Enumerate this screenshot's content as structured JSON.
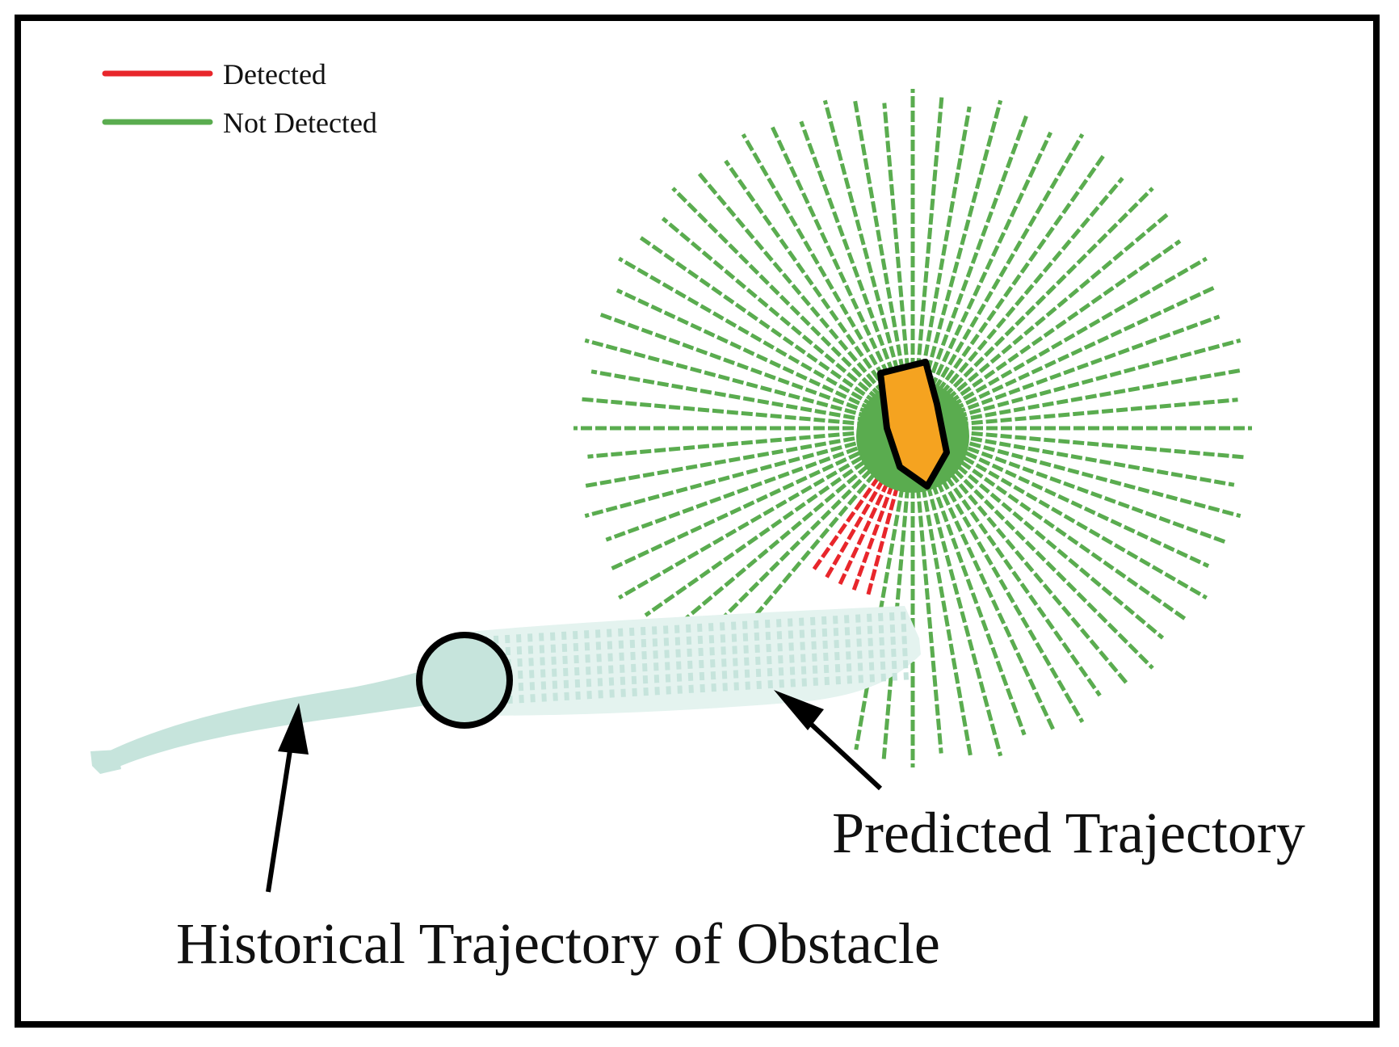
{
  "legend": {
    "detected_label": "Detected",
    "not_detected_label": "Not Detected"
  },
  "annotations": {
    "predicted": "Predicted Trajectory",
    "historical": "Historical Trajectory of Obstacle"
  },
  "colors": {
    "detected": "#e8262b",
    "not_detected": "#5aac4f",
    "trajectory": "#c6e4dc",
    "vehicle_fill": "#f5a320",
    "outline": "#000000"
  },
  "icons": {
    "vehicle": "vehicle-arrow-icon",
    "obstacle": "obstacle-circle-icon"
  },
  "rays": {
    "total_count": 72,
    "detected_count": 8
  }
}
